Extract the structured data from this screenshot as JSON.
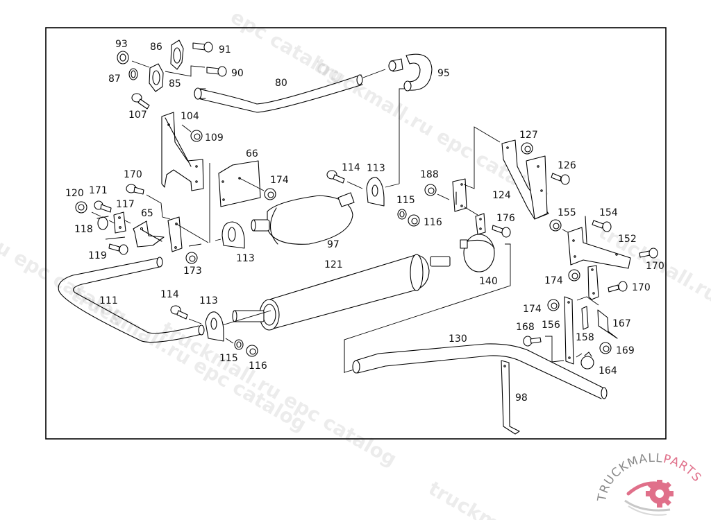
{
  "diagram": {
    "title": "Exhaust system parts diagram",
    "callouts": [
      {
        "id": "93",
        "label": "93",
        "part": "nut"
      },
      {
        "id": "86",
        "label": "86",
        "part": "flange gasket"
      },
      {
        "id": "91",
        "label": "91",
        "part": "bolt"
      },
      {
        "id": "87",
        "label": "87",
        "part": "washer"
      },
      {
        "id": "85",
        "label": "85",
        "part": "flange"
      },
      {
        "id": "90",
        "label": "90",
        "part": "bolt"
      },
      {
        "id": "80",
        "label": "80",
        "part": "front pipe"
      },
      {
        "id": "95",
        "label": "95",
        "part": "pipe bend"
      },
      {
        "id": "107",
        "label": "107",
        "part": "bolt"
      },
      {
        "id": "104",
        "label": "104",
        "part": "bracket"
      },
      {
        "id": "109",
        "label": "109",
        "part": "nut"
      },
      {
        "id": "66",
        "label": "66",
        "part": "plate"
      },
      {
        "id": "174a",
        "label": "174",
        "part": "nut"
      },
      {
        "id": "114a",
        "label": "114",
        "part": "bolt"
      },
      {
        "id": "113a",
        "label": "113",
        "part": "rubber mount"
      },
      {
        "id": "188",
        "label": "188",
        "part": "nut"
      },
      {
        "id": "127",
        "label": "127",
        "part": "nut"
      },
      {
        "id": "126",
        "label": "126",
        "part": "bolt"
      },
      {
        "id": "124",
        "label": "124",
        "part": "bracket"
      },
      {
        "id": "170a",
        "label": "170",
        "part": "bolt"
      },
      {
        "id": "120",
        "label": "120",
        "part": "nut"
      },
      {
        "id": "171",
        "label": "171",
        "part": "bolt"
      },
      {
        "id": "117",
        "label": "117",
        "part": "clip"
      },
      {
        "id": "65",
        "label": "65",
        "part": "angle bracket"
      },
      {
        "id": "118",
        "label": "118",
        "part": "clamp"
      },
      {
        "id": "119",
        "label": "119",
        "part": "bolt"
      },
      {
        "id": "173",
        "label": "173",
        "part": "nut"
      },
      {
        "id": "113b",
        "label": "113",
        "part": "rubber mount"
      },
      {
        "id": "115a",
        "label": "115",
        "part": "washer"
      },
      {
        "id": "116a",
        "label": "116",
        "part": "nut"
      },
      {
        "id": "97",
        "label": "97",
        "part": "muffler"
      },
      {
        "id": "176",
        "label": "176",
        "part": "bolt"
      },
      {
        "id": "155",
        "label": "155",
        "part": "nut"
      },
      {
        "id": "154",
        "label": "154",
        "part": "bolt"
      },
      {
        "id": "152",
        "label": "152",
        "part": "bracket"
      },
      {
        "id": "170b",
        "label": "170",
        "part": "bolt"
      },
      {
        "id": "121",
        "label": "121",
        "part": "rear silencer"
      },
      {
        "id": "140",
        "label": "140",
        "part": "clamp"
      },
      {
        "id": "174b",
        "label": "174",
        "part": "nut"
      },
      {
        "id": "170c",
        "label": "170",
        "part": "bolt"
      },
      {
        "id": "111",
        "label": "111",
        "part": "intermediate pipe"
      },
      {
        "id": "114b",
        "label": "114",
        "part": "bolt"
      },
      {
        "id": "113c",
        "label": "113",
        "part": "rubber mount"
      },
      {
        "id": "174c",
        "label": "174",
        "part": "nut"
      },
      {
        "id": "168",
        "label": "168",
        "part": "bolt"
      },
      {
        "id": "156",
        "label": "156",
        "part": "strap"
      },
      {
        "id": "167",
        "label": "167",
        "part": "plate"
      },
      {
        "id": "158",
        "label": "158",
        "part": "link"
      },
      {
        "id": "169",
        "label": "169",
        "part": "nut"
      },
      {
        "id": "130",
        "label": "130",
        "part": "tail pipe"
      },
      {
        "id": "115b",
        "label": "115",
        "part": "washer"
      },
      {
        "id": "116b",
        "label": "116",
        "part": "nut"
      },
      {
        "id": "164",
        "label": "164",
        "part": "clamp"
      },
      {
        "id": "98",
        "label": "98",
        "part": "hanger strap"
      }
    ]
  },
  "watermarks": [
    {
      "text": "epc catalog"
    },
    {
      "text": "truckmall.ru epc catalog"
    },
    {
      "text": "ru epc catalog"
    },
    {
      "text": "truckmall.ru"
    },
    {
      "text": "truckmall.ru epc catalog"
    },
    {
      "text": "truckmall.ru epc catalog"
    },
    {
      "text": "truckm"
    }
  ],
  "logo": {
    "text_primary": "TRUCKMALL",
    "text_accent": "PARTS",
    "accent_color": "#e0708a",
    "gray_color": "#8a8a8a"
  }
}
